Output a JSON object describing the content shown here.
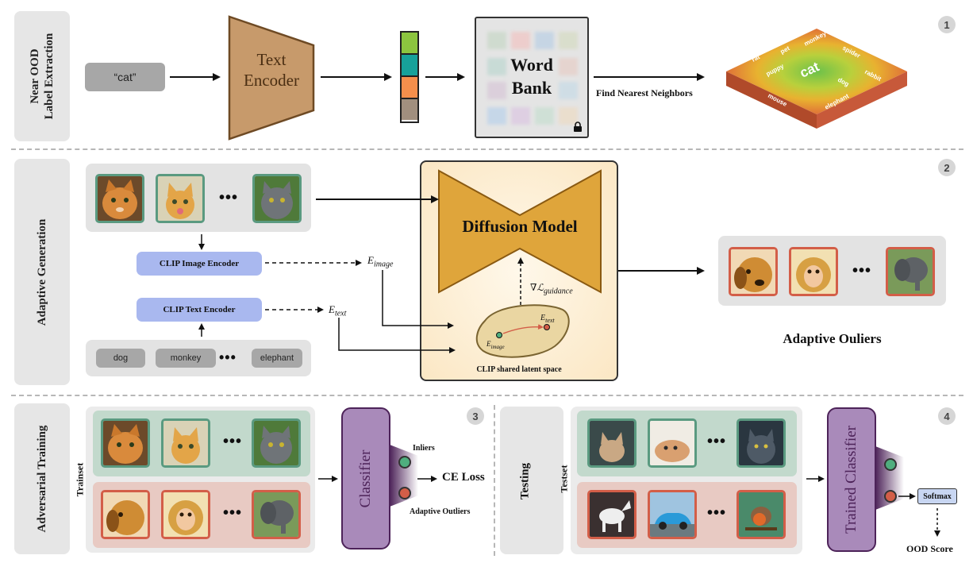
{
  "sections": {
    "s1_label": "Near OOD\nLabel Extraction",
    "s2_label": "Adaptive Generation",
    "s3_label": "Adversarial Training",
    "s4_label": "Testing"
  },
  "numbers": [
    "1",
    "2",
    "3",
    "4"
  ],
  "stage1": {
    "input_text": "“cat”",
    "encoder_label": "Text\nEncoder",
    "embedding_colors": [
      "#8cc53f",
      "#17a19a",
      "#f58f4c",
      "#a18f7e"
    ],
    "word_bank_label": "Word\nBank",
    "lock_icon": "lock-icon",
    "nn_label": "Find Nearest Neighbors",
    "map_center": "cat",
    "map_words": [
      "rat",
      "pet",
      "monkey",
      "spider",
      "puppy",
      "dog",
      "rabbit",
      "mouse",
      "elephant"
    ]
  },
  "stage2": {
    "clip_image_encoder": "CLIP Image Encoder",
    "clip_text_encoder": "CLIP Text Encoder",
    "e_image": "E",
    "e_image_sub": "image",
    "e_text": "E",
    "e_text_sub": "text",
    "labels": [
      "dog",
      "monkey",
      "elephant"
    ],
    "dots": "•••",
    "diffusion_label": "Diffusion Model",
    "guidance": "∇ℒ",
    "guidance_sub": "guidance",
    "latent_label": "CLIP shared latent space",
    "outliers_title": "Adaptive Ouliers"
  },
  "stage3": {
    "trainset": "Trainset",
    "classifier": "Classifier",
    "inliers": "Inliers",
    "adaptive_outliers": "Adaptive Outliers",
    "ce_loss": "CE Loss"
  },
  "stage4": {
    "testset": "Testset",
    "classifier": "Trained Classifier",
    "softmax": "Softmax",
    "ood_score": "OOD Score"
  },
  "colors": {
    "green_border": "#5a9a80",
    "red_border": "#d35e48",
    "encoder_brown": "#c79a6b",
    "diffusion_gold": "#dfa53b",
    "clip_blue": "#a9b8ef",
    "classifier_purple": "#a98aba"
  }
}
